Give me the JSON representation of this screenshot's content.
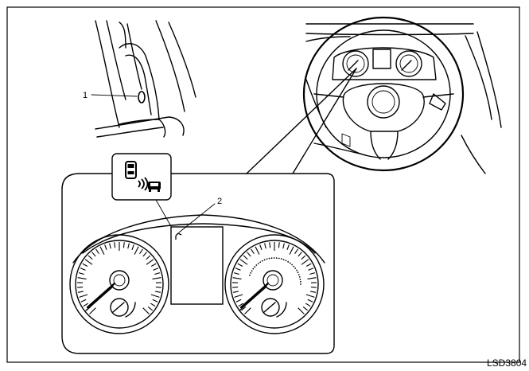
{
  "callouts": {
    "pillar_sensor": "1",
    "meter_indicator": "2"
  },
  "figure_code": "LSD3804",
  "icons": {
    "indicator": "blind-spot-warning-icon"
  }
}
